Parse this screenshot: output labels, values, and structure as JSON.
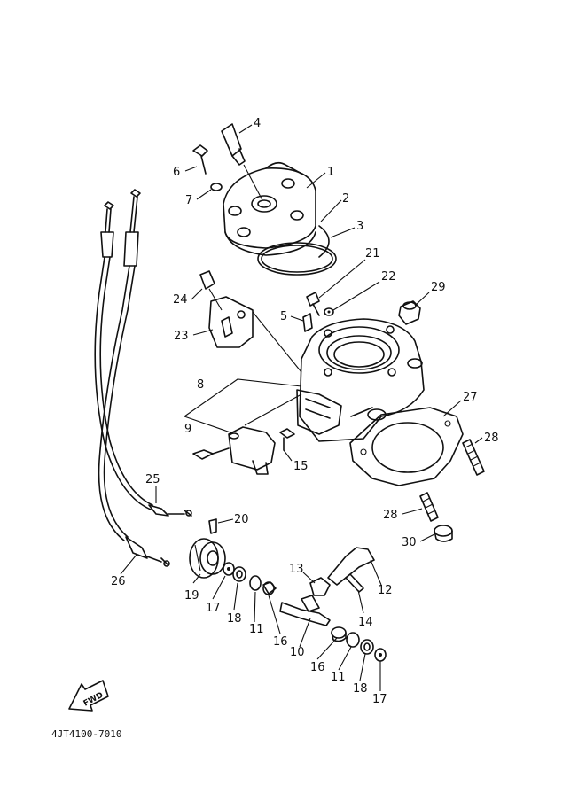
{
  "diagram": {
    "code": "4JT4100-7010",
    "fwd_label": "FWD",
    "labels": [
      {
        "id": "l1",
        "text": "1"
      },
      {
        "id": "l2",
        "text": "2"
      },
      {
        "id": "l3",
        "text": "3"
      },
      {
        "id": "l4",
        "text": "4"
      },
      {
        "id": "l5",
        "text": "5"
      },
      {
        "id": "l6",
        "text": "6"
      },
      {
        "id": "l7",
        "text": "7"
      },
      {
        "id": "l8",
        "text": "8"
      },
      {
        "id": "l9",
        "text": "9"
      },
      {
        "id": "l10",
        "text": "10"
      },
      {
        "id": "l11a",
        "text": "11"
      },
      {
        "id": "l11b",
        "text": "11"
      },
      {
        "id": "l12",
        "text": "12"
      },
      {
        "id": "l13",
        "text": "13"
      },
      {
        "id": "l14",
        "text": "14"
      },
      {
        "id": "l15",
        "text": "15"
      },
      {
        "id": "l16a",
        "text": "16"
      },
      {
        "id": "l16b",
        "text": "16"
      },
      {
        "id": "l17a",
        "text": "17"
      },
      {
        "id": "l17b",
        "text": "17"
      },
      {
        "id": "l18a",
        "text": "18"
      },
      {
        "id": "l18b",
        "text": "18"
      },
      {
        "id": "l19",
        "text": "19"
      },
      {
        "id": "l20",
        "text": "20"
      },
      {
        "id": "l21",
        "text": "21"
      },
      {
        "id": "l22",
        "text": "22"
      },
      {
        "id": "l23",
        "text": "23"
      },
      {
        "id": "l24",
        "text": "24"
      },
      {
        "id": "l25",
        "text": "25"
      },
      {
        "id": "l26",
        "text": "26"
      },
      {
        "id": "l27",
        "text": "27"
      },
      {
        "id": "l28a",
        "text": "28"
      },
      {
        "id": "l28b",
        "text": "28"
      },
      {
        "id": "l29",
        "text": "29"
      },
      {
        "id": "l30",
        "text": "30"
      }
    ]
  }
}
